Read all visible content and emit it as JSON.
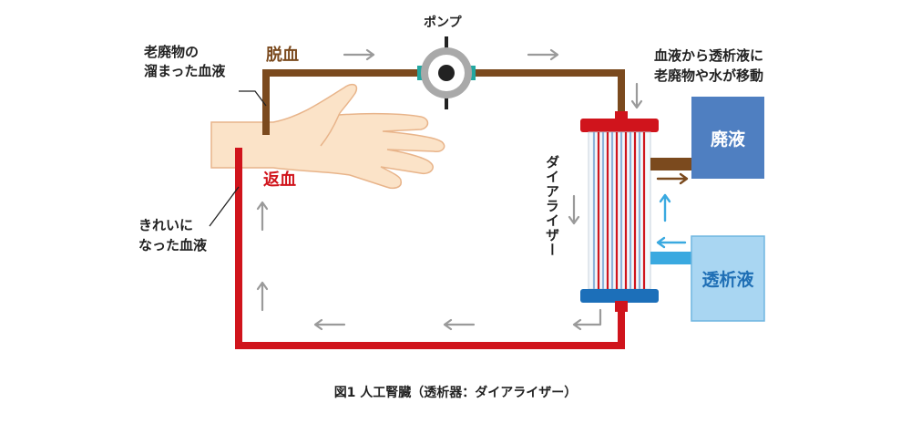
{
  "labels": {
    "waste_blood_line1": "老廃物の",
    "waste_blood_line2": "溜まった血液",
    "blood_removal": "脱血",
    "pump": "ポンプ",
    "transfer_line1": "血液から透析液に",
    "transfer_line2": "老廃物や水が移動",
    "blood_return": "返血",
    "clean_blood_line1": "きれいに",
    "clean_blood_line2": "なった血液",
    "dialyzer": "ダイアライザー",
    "waste_fluid": "廃液",
    "dialysate": "透析液",
    "caption": "図1  人工腎臓（透析器：ダイアライザー）"
  },
  "colors": {
    "arterial_line": "#7b4a1e",
    "venous_line": "#d0141c",
    "waste_box": "#4f7fc1",
    "dialysate_box": "#a9d6f2",
    "dialysate_text": "#1f6fb5",
    "dialysate_tube": "#3aa9e0",
    "dialyzer_top": "#d0141c",
    "dialyzer_bottom": "#1c6fb9",
    "skin": "#fbe3c8",
    "arrow_gray": "#9a9a9a"
  }
}
